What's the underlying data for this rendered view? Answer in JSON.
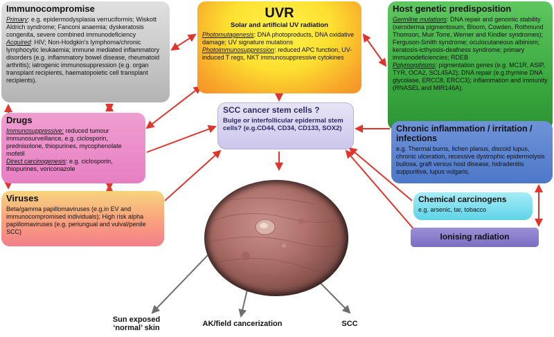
{
  "immunocompromise": {
    "title": "Immunocompromise",
    "primary_label": "Primary",
    "primary_text": ": e.g. epidermodysplasia verruciformis; Wiskott Aldrich syndrome; Fanconi anaemia; dyskeratosis congenita, severe combined immunodeficiency",
    "acquired_label": "Acquired",
    "acquired_text": ":  HIV; Non-Hodgkin's lymphoma/chronic lymphocytic leukaemia;  immune mediated inflammatory disorders (e.g. inflammatory bowel disease, rheumatoid arthritis); iatrogenic immunosuppression (e.g. organ transplant recipients, haematopoietic cell transplant recipients)."
  },
  "uvr": {
    "title": "UVR",
    "subtitle": "Solar and artificial UV radiation",
    "photomutagenesis_label": "Photomutagenesis",
    "photomutagenesis_text": ": DNA photoproducts, DNA oxidative damage; UV signature mutations",
    "photoimmuno_label": "Photoimmunosuppression",
    "photoimmuno_text": ": reduced APC function, UV-induced T regs, NKT immunosuppressive cytokines"
  },
  "host": {
    "title": "Host genetic predisposition",
    "germline_label": "Germline mutations",
    "germline_text": ": DNA repair and genomic stability (xeroderma pigmentosum, Bloom, Cowden, Rothmund Thomson, Muir Torre, Werner and Kindler syndromes); Ferguson-Smith syndrome; oculocutaneous albinism; keratosis-icthyosis-deafness syndrome; primary immunodeficiencies; RDEB",
    "poly_label": "Polymorphisms",
    "poly_text": ": pigmentation genes (e.g. MC1R, ASIP, TYR, OCA2, SCL45A2); DNA repair (e.g.thymine DNA glycolase, ERCC8, ERCC3); inflammation and immunity (RNASEL and MIR146A)."
  },
  "drugs": {
    "title": "Drugs",
    "immuno_label": "Immunosuppressive:",
    "immuno_text": " reduced tumour immunosurveillance, e.g. ciclosporin, prednisolone, thiopurines, mycophenolate mofetil",
    "direct_label": "Direct carcinogenesis",
    "direct_text": ": e.g. ciclosporin, thiopurines, voriconazole"
  },
  "viruses": {
    "title": "Viruses",
    "text": "Beta/gamma papillomaviruses (e.g.in EV and immunocompromised individuals); High risk alpha papillomaviruses (e.g. periungual and vulval/penile SCC)"
  },
  "scc": {
    "title": "SCC cancer stem cells ?",
    "text": "Bulge or interfollicular epidermal stem cells? (e.g.CD44, CD34, CD133, SOX2)"
  },
  "chronic": {
    "title": "Chronic inflammation / irritation / infections",
    "text": "e.g. Thermal burns, lichen planus, discoid lupus, chronic ulceration, recessive dystrophic epidermolysis bullosa, graft versus host disease, hidradenitis suppuritiva, lupus vulgaris,"
  },
  "chemical": {
    "title": "Chemical carcinogens",
    "text": "e.g. arsenic, tar, tobacco"
  },
  "ionising": {
    "title": "Ionising radiation"
  },
  "captions": {
    "sun_line1": "Sun exposed",
    "sun_line2": "‘normal’ skin",
    "ak": "AK/field cancerization",
    "scc": "SCC"
  },
  "colors": {
    "arrow_red": "#e0352b",
    "pointer_gray": "#6e6e6e"
  }
}
